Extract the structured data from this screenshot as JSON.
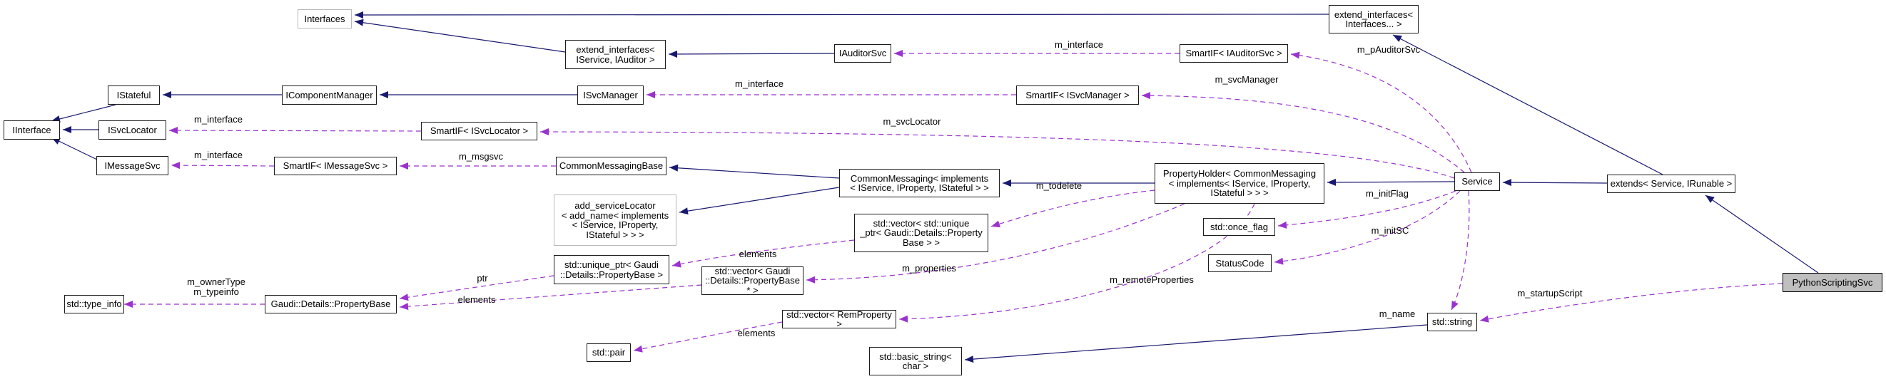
{
  "diagram": {
    "type": "doxygen-collaboration-graph",
    "highlighted_node": "PythonScriptingSvc",
    "colors": {
      "background": "#ffffff",
      "inheritance_edge": "#191970",
      "usage_edge": "#9a32cd",
      "node_border": "#1c1c1c",
      "node_border_muted": "#b9b9b9",
      "highlight_fill": "#bfbfbf"
    },
    "nodes": {
      "interfaces": {
        "label": "Interfaces"
      },
      "extend_interfaces_service_iauditor": {
        "label": "extend_interfaces<\nIService, IAuditor >"
      },
      "iauditorsvc": {
        "label": "IAuditorSvc"
      },
      "smartif_iauditorsvc": {
        "label": "SmartIF< IAuditorSvc >"
      },
      "extend_interfaces_interfaces": {
        "label": "extend_interfaces<\nInterfaces... >"
      },
      "istateful": {
        "label": "IStateful"
      },
      "icomponentmanager": {
        "label": "IComponentManager"
      },
      "isvcmanager": {
        "label": "ISvcManager"
      },
      "smartif_isvcmanager": {
        "label": "SmartIF< ISvcManager >"
      },
      "iinterface": {
        "label": "IInterface"
      },
      "isvclocator": {
        "label": "ISvcLocator"
      },
      "smartif_isvclocator": {
        "label": "SmartIF< ISvcLocator >"
      },
      "imessagesvc": {
        "label": "IMessageSvc"
      },
      "smartif_imessagesvc": {
        "label": "SmartIF< IMessageSvc >"
      },
      "commonmessagingbase": {
        "label": "CommonMessagingBase"
      },
      "commonmessaging": {
        "label": "CommonMessaging< implements\n< IService, IProperty, IStateful > >"
      },
      "add_servicelocator": {
        "label": "add_serviceLocator\n< add_name< implements\n< IService, IProperty,\nIStateful > > >"
      },
      "std_vector_unique_ptr": {
        "label": "std::vector< std::unique\n_ptr< Gaudi::Details::Property\nBase > >"
      },
      "propertyholder": {
        "label": "PropertyHolder< CommonMessaging\n< implements< IService, IProperty,\nIStateful > > >"
      },
      "service": {
        "label": "Service"
      },
      "extends_service_irunable": {
        "label": "extends< Service, IRunable >"
      },
      "pythonscriptingsvc": {
        "label": "PythonScriptingSvc"
      },
      "std_once_flag": {
        "label": "std::once_flag"
      },
      "statuscode": {
        "label": "StatusCode"
      },
      "std_string": {
        "label": "std::string"
      },
      "std_unique_ptr": {
        "label": "std::unique_ptr< Gaudi\n::Details::PropertyBase >"
      },
      "std_vector_propbase_ptr": {
        "label": "std::vector< Gaudi\n::Details::PropertyBase * >"
      },
      "std_vector_remproperty": {
        "label": "std::vector< RemProperty >"
      },
      "std_pair": {
        "label": "std::pair"
      },
      "std_basic_string": {
        "label": "std::basic_string<\nchar >"
      },
      "std_type_info": {
        "label": "std::type_info"
      },
      "gaudi_details_propertybase": {
        "label": "Gaudi::Details::PropertyBase"
      }
    },
    "edge_labels": {
      "m_interface_auditorsvc": "m_interface",
      "m_pAuditorSvc": "m_pAuditorSvc",
      "m_interface_svcmanager": "m_interface",
      "m_svcManager": "m_svcManager",
      "m_interface_svclocator": "m_interface",
      "m_svcLocator": "m_svcLocator",
      "m_interface_messagesvc": "m_interface",
      "m_msgsvc": "m_msgsvc",
      "m_todelete": "m_todelete",
      "m_properties": "m_properties",
      "m_remoteProperties": "m_remoteProperties",
      "m_initFlag": "m_initFlag",
      "m_initSC": "m_initSC",
      "m_name": "m_name",
      "m_startupScript": "m_startupScript",
      "m_ownerType_typeinfo": "m_ownerType\nm_typeinfo",
      "ptr": "ptr",
      "elements_a": "elements",
      "elements_b": "elements",
      "elements_c": "elements"
    },
    "edges": [
      {
        "from": "extend_interfaces_service_iauditor",
        "to": "interfaces",
        "kind": "inheritance"
      },
      {
        "from": "extend_interfaces_interfaces",
        "to": "interfaces",
        "kind": "inheritance"
      },
      {
        "from": "iauditorsvc",
        "to": "extend_interfaces_service_iauditor",
        "kind": "inheritance"
      },
      {
        "from": "extends_service_irunable",
        "to": "extend_interfaces_interfaces",
        "kind": "inheritance"
      },
      {
        "from": "icomponentmanager",
        "to": "istateful",
        "kind": "inheritance"
      },
      {
        "from": "isvcmanager",
        "to": "icomponentmanager",
        "kind": "inheritance"
      },
      {
        "from": "istateful",
        "to": "iinterface",
        "kind": "inheritance"
      },
      {
        "from": "isvclocator",
        "to": "iinterface",
        "kind": "inheritance"
      },
      {
        "from": "imessagesvc",
        "to": "iinterface",
        "kind": "inheritance"
      },
      {
        "from": "commonmessaging",
        "to": "commonmessagingbase",
        "kind": "inheritance"
      },
      {
        "from": "commonmessaging",
        "to": "add_servicelocator",
        "kind": "inheritance"
      },
      {
        "from": "propertyholder",
        "to": "commonmessaging",
        "kind": "inheritance"
      },
      {
        "from": "service",
        "to": "propertyholder",
        "kind": "inheritance"
      },
      {
        "from": "extends_service_irunable",
        "to": "service",
        "kind": "inheritance"
      },
      {
        "from": "pythonscriptingsvc",
        "to": "extends_service_irunable",
        "kind": "inheritance"
      },
      {
        "from": "std_string",
        "to": "std_basic_string",
        "kind": "inheritance"
      },
      {
        "from": "smartif_iauditorsvc",
        "to": "iauditorsvc",
        "kind": "usage",
        "label": "m_interface"
      },
      {
        "from": "service",
        "to": "smartif_iauditorsvc",
        "kind": "usage",
        "label": "m_pAuditorSvc"
      },
      {
        "from": "smartif_isvcmanager",
        "to": "isvcmanager",
        "kind": "usage",
        "label": "m_interface"
      },
      {
        "from": "service",
        "to": "smartif_isvcmanager",
        "kind": "usage",
        "label": "m_svcManager"
      },
      {
        "from": "smartif_isvclocator",
        "to": "isvclocator",
        "kind": "usage",
        "label": "m_interface"
      },
      {
        "from": "service",
        "to": "smartif_isvclocator",
        "kind": "usage",
        "label": "m_svcLocator"
      },
      {
        "from": "smartif_imessagesvc",
        "to": "imessagesvc",
        "kind": "usage",
        "label": "m_interface"
      },
      {
        "from": "commonmessagingbase",
        "to": "smartif_imessagesvc",
        "kind": "usage",
        "label": "m_msgsvc"
      },
      {
        "from": "propertyholder",
        "to": "std_vector_unique_ptr",
        "kind": "usage",
        "label": "m_todelete"
      },
      {
        "from": "propertyholder",
        "to": "std_vector_propbase_ptr",
        "kind": "usage",
        "label": "m_properties"
      },
      {
        "from": "propertyholder",
        "to": "std_vector_remproperty",
        "kind": "usage",
        "label": "m_remoteProperties"
      },
      {
        "from": "service",
        "to": "std_once_flag",
        "kind": "usage",
        "label": "m_initFlag"
      },
      {
        "from": "service",
        "to": "statuscode",
        "kind": "usage",
        "label": "m_initSC"
      },
      {
        "from": "service",
        "to": "std_string",
        "kind": "usage",
        "label": "m_name"
      },
      {
        "from": "pythonscriptingsvc",
        "to": "std_string",
        "kind": "usage",
        "label": "m_startupScript"
      },
      {
        "from": "gaudi_details_propertybase",
        "to": "std_type_info",
        "kind": "usage",
        "label": "m_ownerType m_typeinfo"
      },
      {
        "from": "std_unique_ptr",
        "to": "gaudi_details_propertybase",
        "kind": "usage",
        "label": "ptr"
      },
      {
        "from": "std_vector_propbase_ptr",
        "to": "gaudi_details_propertybase",
        "kind": "usage",
        "label": "elements"
      },
      {
        "from": "std_vector_unique_ptr",
        "to": "std_unique_ptr",
        "kind": "usage",
        "label": "elements"
      },
      {
        "from": "std_vector_remproperty",
        "to": "std_pair",
        "kind": "usage",
        "label": "elements"
      }
    ]
  }
}
